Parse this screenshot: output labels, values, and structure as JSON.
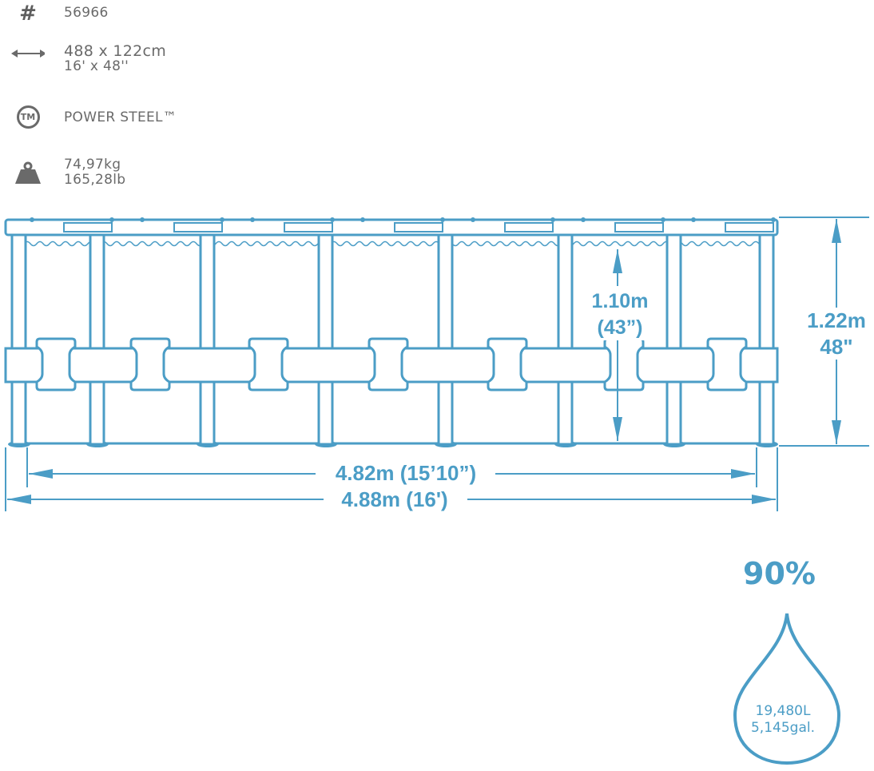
{
  "specs": {
    "model": {
      "icon": "hash-icon",
      "value": "56966"
    },
    "size": {
      "icon": "double-arrow-icon",
      "metric": "488 x 122cm",
      "imperial": "16' x 48''"
    },
    "frame": {
      "icon": "trademark-icon",
      "icon_text": "TM",
      "value": "POWER STEEL™"
    },
    "weight": {
      "icon": "weight-icon",
      "metric": "74,97kg",
      "imperial": "165,28lb"
    }
  },
  "diagram": {
    "inner_height": {
      "metric": "1.10m",
      "imperial": "(43”)"
    },
    "outer_height": {
      "metric": "1.22m",
      "imperial": "48\""
    },
    "inner_width": "4.82m (15’10”)",
    "outer_width": "4.88m (16')"
  },
  "water": {
    "fill_percent_label": "90%",
    "fill_percent": 90,
    "liters": "19,480L",
    "gallons": "5,145gal."
  },
  "colors": {
    "accent": "#4b9dc6",
    "text": "#6a6a6a"
  }
}
